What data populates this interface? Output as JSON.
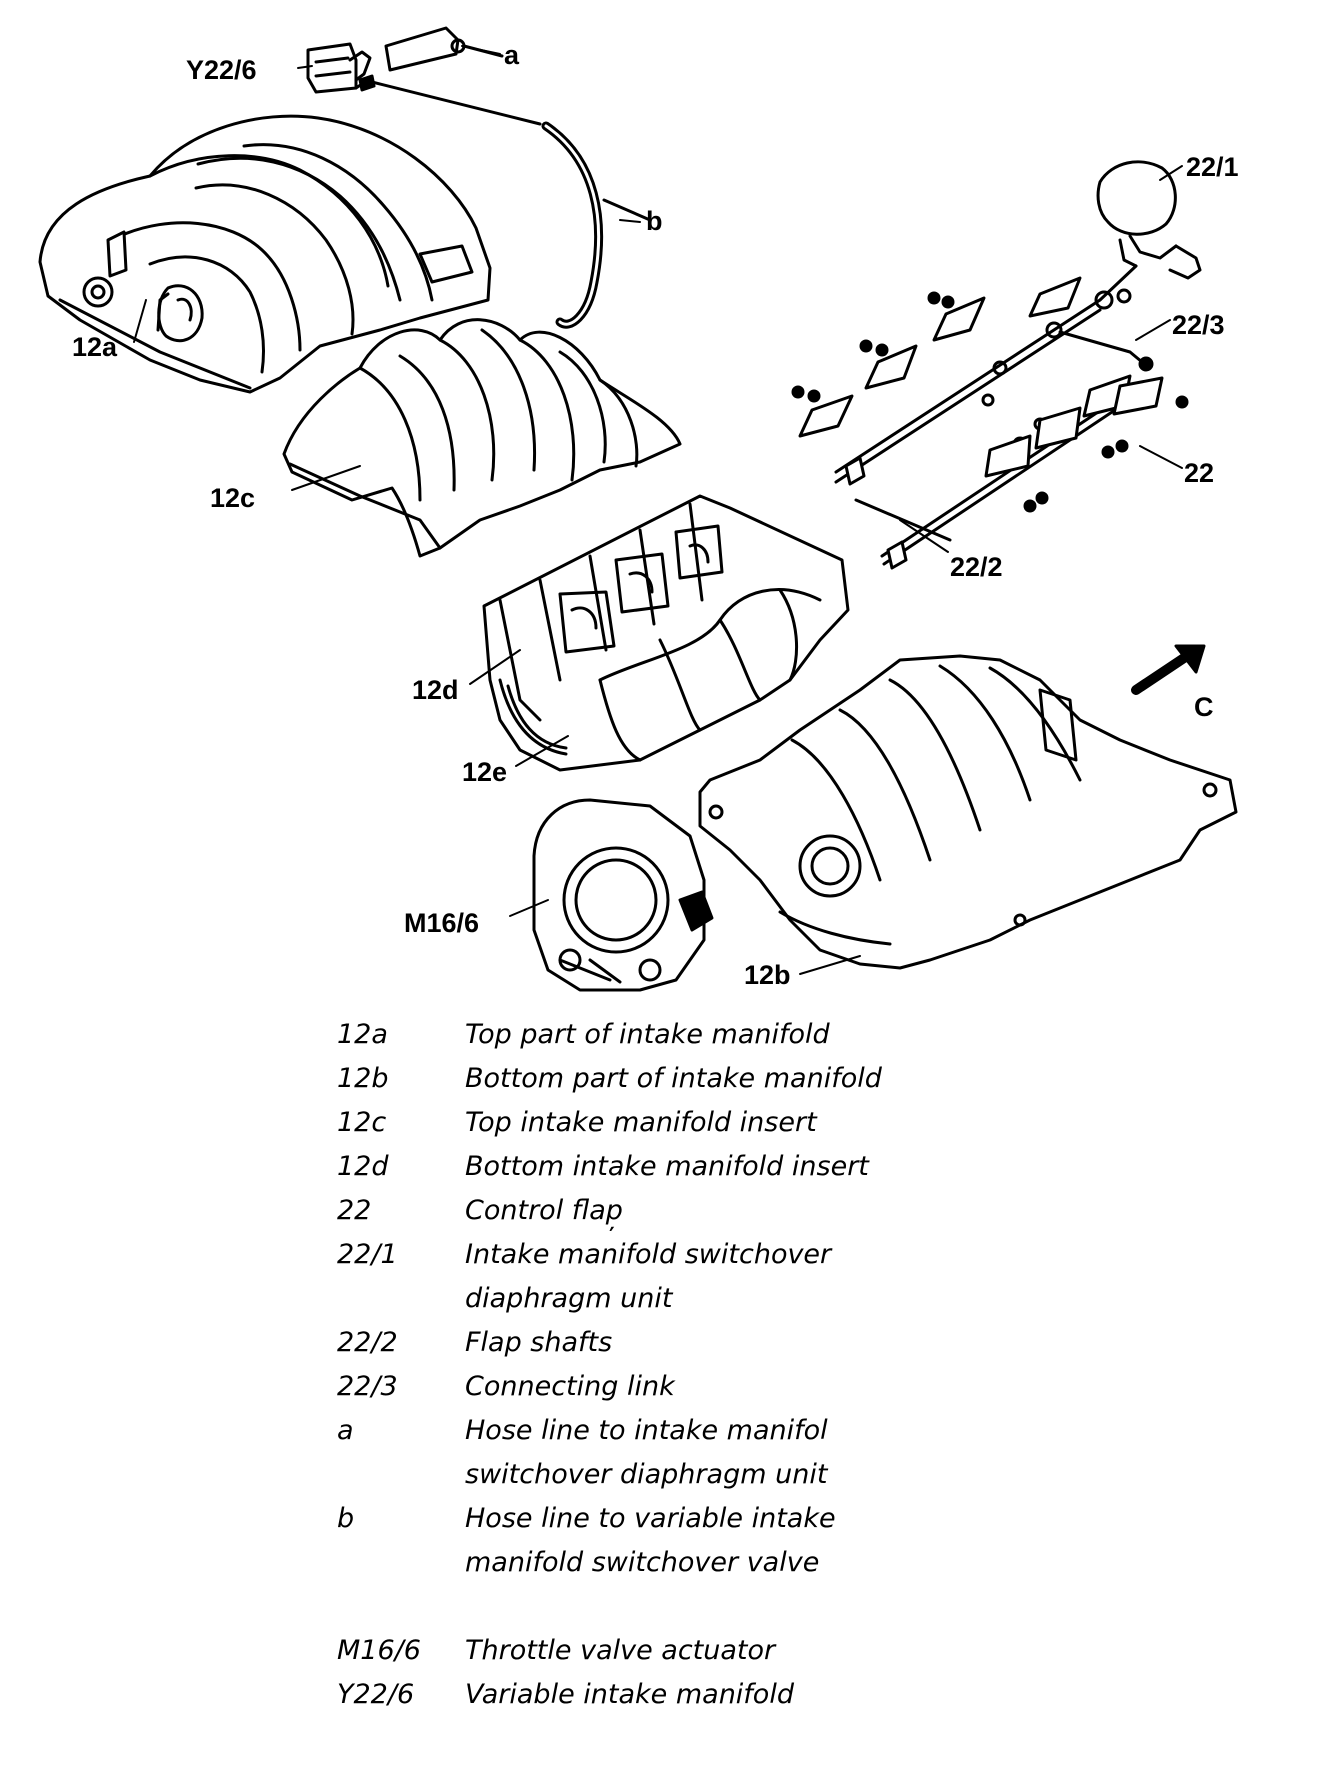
{
  "callouts": {
    "y22_6": "Y22/6",
    "a": "a",
    "b": "b",
    "c12a": "12a",
    "c12c": "12c",
    "c12d": "12d",
    "c12e": "12e",
    "c12b": "12b",
    "m16_6": "M16/6",
    "c22_1": "22/1",
    "c22_3": "22/3",
    "c22": "22",
    "c22_2": "22/2",
    "arrow_c": "C"
  },
  "legend": [
    {
      "code": "12a",
      "lines": [
        "Top part of intake manifold"
      ]
    },
    {
      "code": "12b",
      "lines": [
        "Bottom part of intake manifold"
      ]
    },
    {
      "code": "12c",
      "lines": [
        "Top intake manifold insert"
      ]
    },
    {
      "code": "12d",
      "lines": [
        "Bottom intake manifold insert"
      ]
    },
    {
      "code": "22",
      "lines": [
        "Control flap̦"
      ]
    },
    {
      "code": "22/1",
      "lines": [
        "Intake manifold switchover",
        "diaphragm unit"
      ]
    },
    {
      "code": "22/2",
      "lines": [
        "Flap shafts"
      ]
    },
    {
      "code": "22/3",
      "lines": [
        "Connecting link"
      ]
    },
    {
      "code": "a",
      "lines": [
        "Hose line to intake manifol",
        "switchover diaphragm unit"
      ]
    },
    {
      "code": "b",
      "lines": [
        "Hose line to variable intake",
        "manifold switchover valve"
      ]
    },
    {
      "code": "M16/6",
      "lines": [
        "Throttle valve actuator"
      ]
    },
    {
      "code": "Y22/6",
      "lines": [
        "Variable intake manifold"
      ]
    }
  ]
}
